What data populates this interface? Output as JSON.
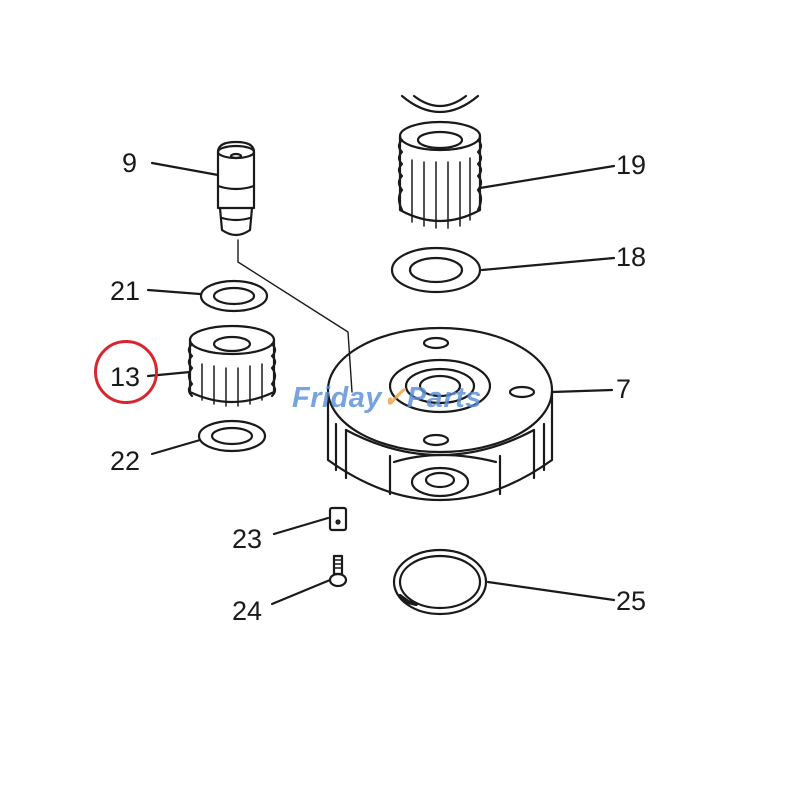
{
  "diagram": {
    "type": "exploded-parts-diagram",
    "background": "#ffffff",
    "line_color": "#1a1a1a",
    "highlight_color": "#d8262f",
    "highlighted_part": "13",
    "parts": [
      {
        "id": "9",
        "label": "9",
        "description": "pin/shaft"
      },
      {
        "id": "19",
        "label": "19",
        "description": "gear"
      },
      {
        "id": "18",
        "label": "18",
        "description": "thrust washer"
      },
      {
        "id": "21",
        "label": "21",
        "description": "thrust washer"
      },
      {
        "id": "13",
        "label": "13",
        "description": "planet gear"
      },
      {
        "id": "22",
        "label": "22",
        "description": "thrust washer"
      },
      {
        "id": "7",
        "label": "7",
        "description": "carrier"
      },
      {
        "id": "23",
        "label": "23",
        "description": "plate"
      },
      {
        "id": "24",
        "label": "24",
        "description": "bolt"
      },
      {
        "id": "25",
        "label": "25",
        "description": "snap ring"
      }
    ]
  },
  "watermark": {
    "part1": "Friday",
    "check": "✓",
    "part2": "Parts",
    "color": "#5a8fd8",
    "accent": "#f0a24a"
  }
}
